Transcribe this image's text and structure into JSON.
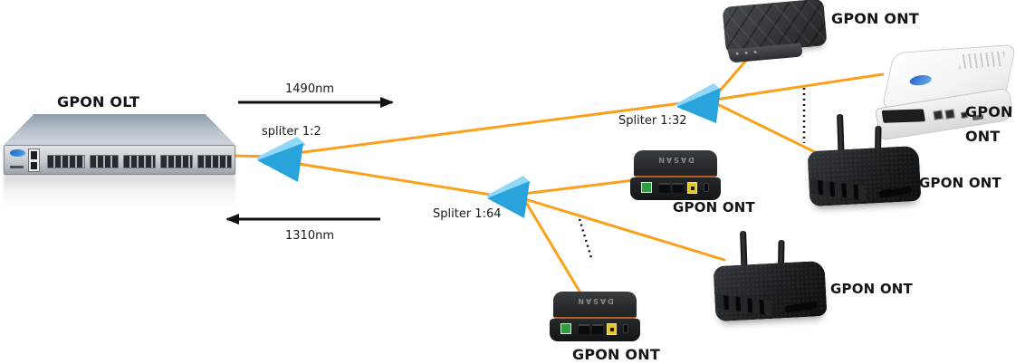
{
  "olt": {
    "label": "GPON OLT"
  },
  "flows": {
    "downstream": "1490nm",
    "upstream": "1310nm"
  },
  "splitters": [
    {
      "id": "splitter-1-2",
      "label": "spliter 1:2"
    },
    {
      "id": "splitter-1-32",
      "label": "Spliter 1:32"
    },
    {
      "id": "splitter-1-64",
      "label": "Spliter 1:64"
    }
  ],
  "onts": [
    {
      "id": "ont-blackbox",
      "label": "GPON ONT"
    },
    {
      "id": "ont-white",
      "label_line1": "GPON",
      "label_line2": "ONT"
    },
    {
      "id": "ont-router-1",
      "label": "GPON ONT"
    },
    {
      "id": "ont-dasan-1",
      "label": "GPON ONT",
      "brand": "DASAN"
    },
    {
      "id": "ont-router-2",
      "label": "GPON ONT"
    },
    {
      "id": "ont-dasan-2",
      "label": "GPON ONT",
      "brand": "DASAN"
    }
  ],
  "colors": {
    "fiber": "#F9A11B",
    "splitter_body": "#29A3DC",
    "splitter_top": "#90D8F7",
    "arrow": "#111111"
  }
}
